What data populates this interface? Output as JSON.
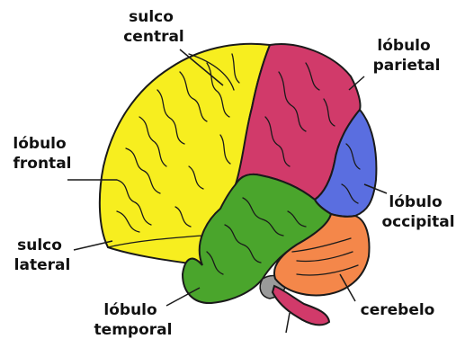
{
  "labels": {
    "central_sulcus": [
      "sulco",
      "central"
    ],
    "parietal_lobe": [
      "lóbulo",
      "parietal"
    ],
    "frontal_lobe": [
      "lóbulo",
      "frontal"
    ],
    "occipital_lobe": [
      "lóbulo",
      "occipital"
    ],
    "lateral_sulcus": [
      "sulco",
      "lateral"
    ],
    "cerebellum": [
      "cerebelo"
    ],
    "temporal_lobe": [
      "lóbulo",
      "temporal"
    ]
  },
  "colors": {
    "frontal": "#f7ee1f",
    "parietal": "#d13a6a",
    "occipital": "#5a6ee0",
    "temporal": "#4aa52c",
    "cerebellum": "#f4874a",
    "brainstem": "#d13a6a",
    "pons": "#9a9a9a",
    "outline": "#1a1a1a"
  }
}
